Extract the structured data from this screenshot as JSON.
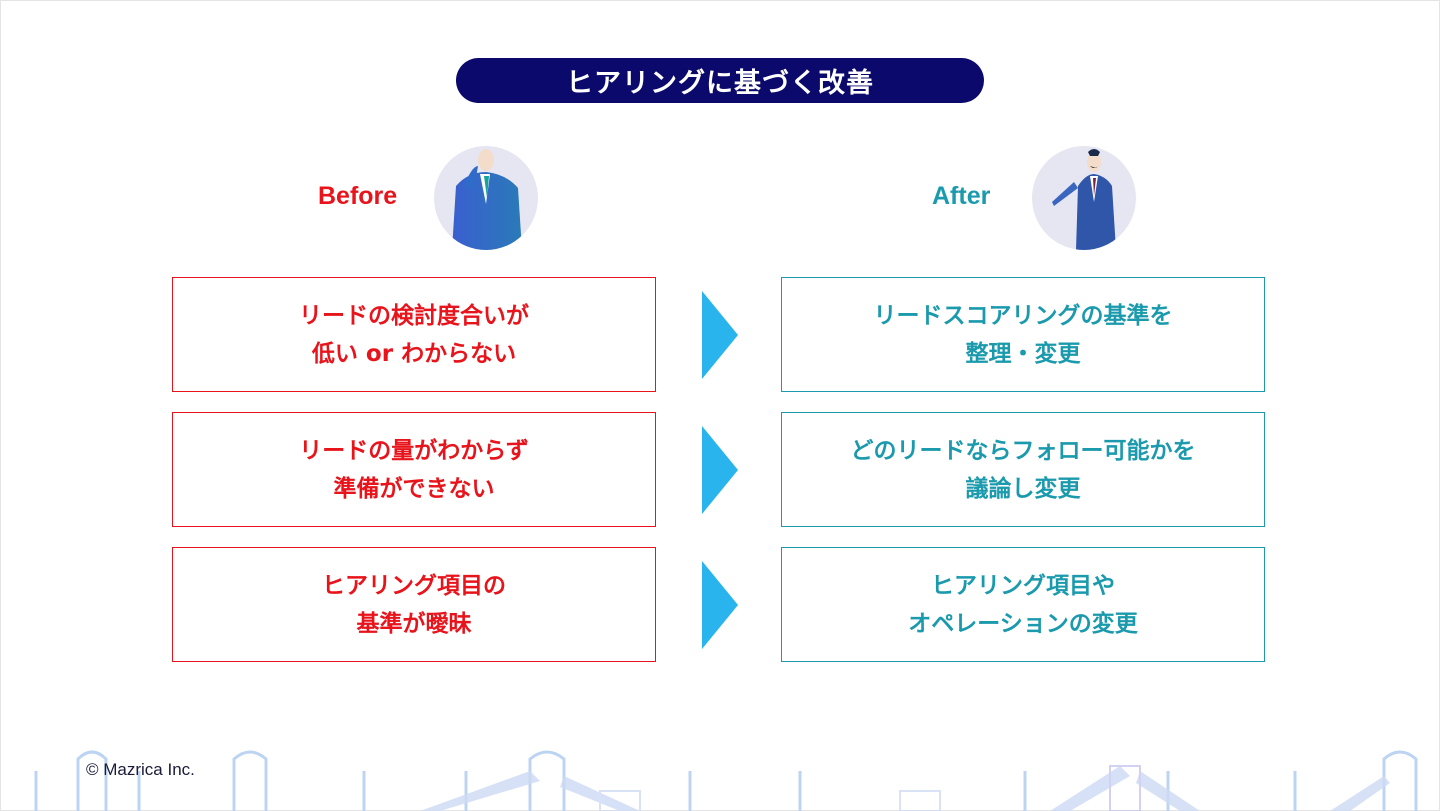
{
  "title": "ヒアリングに基づく改善",
  "before_label": "Before",
  "after_label": "After",
  "rows": [
    {
      "before": [
        "リードの検討度合いが",
        "低い or わからない"
      ],
      "after": [
        "リードスコアリングの基準を",
        "整理・変更"
      ]
    },
    {
      "before": [
        "リードの量がわからず",
        "準備ができない"
      ],
      "after": [
        "どのリードならフォロー可能かを",
        "議論し変更"
      ]
    },
    {
      "before": [
        "ヒアリング項目の",
        "基準が曖昧"
      ],
      "after": [
        "ヒアリング項目や",
        "オペレーションの変更"
      ]
    }
  ],
  "copyright": "© Mazrica Inc.",
  "colors": {
    "title_bg": "#0b0a6c",
    "before": "#e8141c",
    "after": "#1a9aac",
    "arrow": "#29b4ee"
  }
}
